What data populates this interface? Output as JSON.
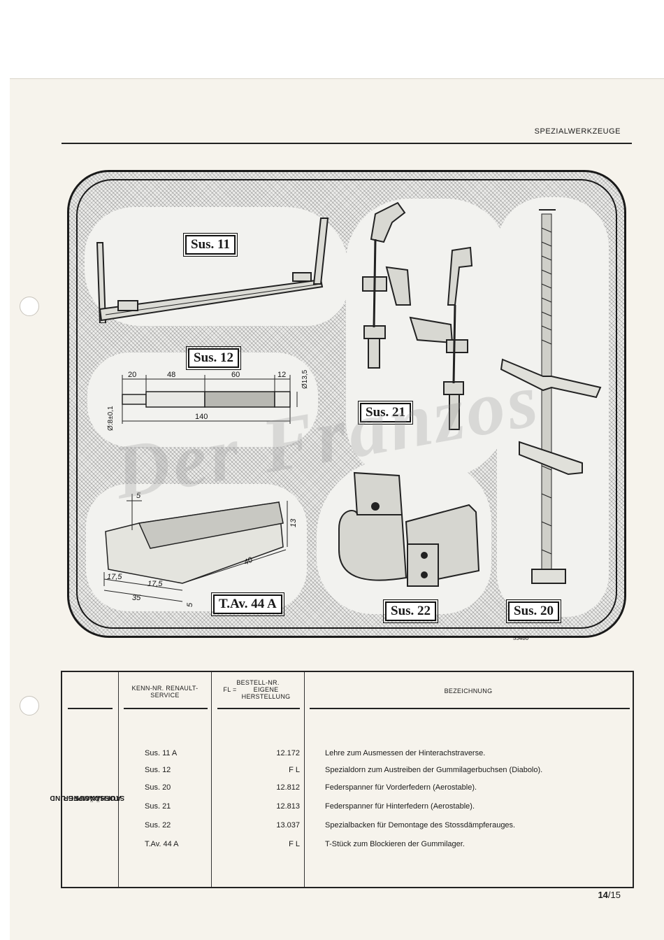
{
  "header": {
    "title": "SPEZIALWERKZEUGE"
  },
  "figure": {
    "labels": {
      "sus11": "Sus. 11",
      "sus12": "Sus. 12",
      "sus21": "Sus. 21",
      "sus22": "Sus. 22",
      "sus20": "Sus. 20",
      "tav44a": "T.Av. 44 A"
    },
    "figure_number": "53486",
    "sus12_dims": {
      "d1": "20",
      "d2": "48",
      "d3": "60",
      "d4": "12",
      "dia": "Ø13,5",
      "len": "140",
      "dia_small": "Ø:8±0,1"
    },
    "tav44a_dims": {
      "a": "5",
      "b": "13",
      "c": "40",
      "d": "17,5",
      "e": "17,5",
      "f": "35",
      "g": "5"
    }
  },
  "watermark": "Der Franzos",
  "table": {
    "headers": {
      "kenn": "KENN-NR. RENAULT-SERVICE",
      "bestell_top": "BESTELL-NR.",
      "bestell_fl": "FL =",
      "bestell_bottom": "EIGENE HERSTELLUNG",
      "bezeichnung": "BEZEICHNUNG"
    },
    "side_label_line1": "AUFHÄNGUNG UND",
    "side_label_line2": "STOSSDÄMPFER",
    "rows": [
      {
        "kenn": "Sus. 11 A",
        "bestell": "12.172",
        "bez": "Lehre zum Ausmessen der Hinterachstraverse."
      },
      {
        "kenn": "Sus. 12",
        "bestell": "F L",
        "bez": "Spezialdorn zum Austreiben der Gummilagerbuchsen (Diabolo)."
      },
      {
        "kenn": "Sus. 20",
        "bestell": "12.812",
        "bez": "Federspanner für Vorderfedern (Aerostable)."
      },
      {
        "kenn": "Sus. 21",
        "bestell": "12.813",
        "bez": "Federspanner für Hinterfedern (Aerostable)."
      },
      {
        "kenn": "Sus. 22",
        "bestell": "13.037",
        "bez": "Spezialbacken für Demontage des Stossdämpferauges."
      },
      {
        "kenn": "T.Av. 44 A",
        "bestell": "F L",
        "bez": "T-Stück zum Blockieren der Gummilager."
      }
    ]
  },
  "page": {
    "current": "14",
    "total": "15"
  }
}
